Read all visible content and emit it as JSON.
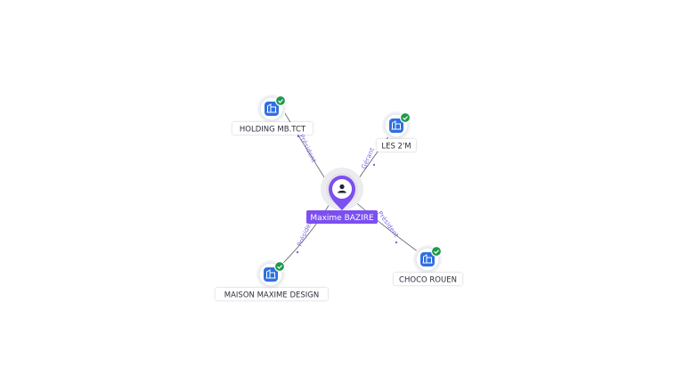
{
  "diagram": {
    "center": {
      "name": "Maxime BAZIRE",
      "icon": "person-icon"
    },
    "companies": [
      {
        "id": "holding",
        "name": "HOLDING MB.TCT",
        "role": "Président",
        "icon": "building-icon",
        "badge": "verified-check-icon"
      },
      {
        "id": "les2m",
        "name": "LES 2'M",
        "role": "Gérant",
        "icon": "building-icon",
        "badge": "verified-check-icon"
      },
      {
        "id": "maison",
        "name": "MAISON MAXIME DESIGN",
        "role": "Président",
        "icon": "building-icon",
        "badge": "verified-check-icon"
      },
      {
        "id": "choco",
        "name": "CHOCO ROUEN",
        "role": "Président",
        "icon": "building-icon",
        "badge": "verified-check-icon"
      }
    ],
    "colors": {
      "person": "#7b4ff0",
      "company_icon": "#2f6fe0",
      "verified": "#1e9a4b",
      "edge_label": "#7a6ae0"
    }
  }
}
